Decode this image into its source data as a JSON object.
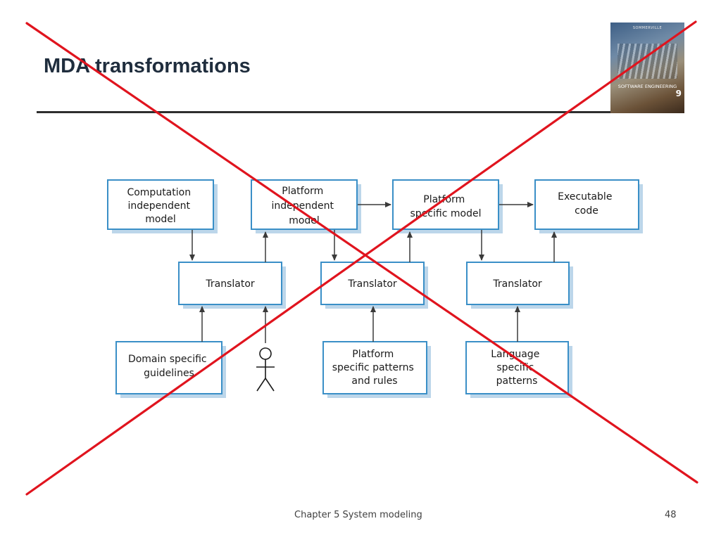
{
  "slide": {
    "title": "MDA transformations",
    "footer": "Chapter 5 System modeling",
    "page_number": "48"
  },
  "book_cover": {
    "author": "SOMMERVILLE",
    "title": "SOFTWARE ENGINEERING",
    "edition": "9"
  },
  "diagram": {
    "models": {
      "cim": [
        "Computation",
        "independent",
        "model"
      ],
      "pim": [
        "Platform",
        "independent",
        "model"
      ],
      "psm": [
        "Platform",
        "specific model"
      ],
      "exec": [
        "Executable",
        "code"
      ]
    },
    "translators": {
      "t1": "Translator",
      "t2": "Translator",
      "t3": "Translator"
    },
    "inputs": {
      "domain": [
        "Domain specific",
        "guidelines"
      ],
      "platform": [
        "Platform",
        "specific patterns",
        "and rules"
      ],
      "language": [
        "Language",
        "specific",
        "patterns"
      ]
    }
  },
  "colors": {
    "box_border": "#3a8fc7",
    "box_shadow": "#bcd6ea",
    "arrow": "#3a3a3a",
    "cross": "#e0141e"
  }
}
